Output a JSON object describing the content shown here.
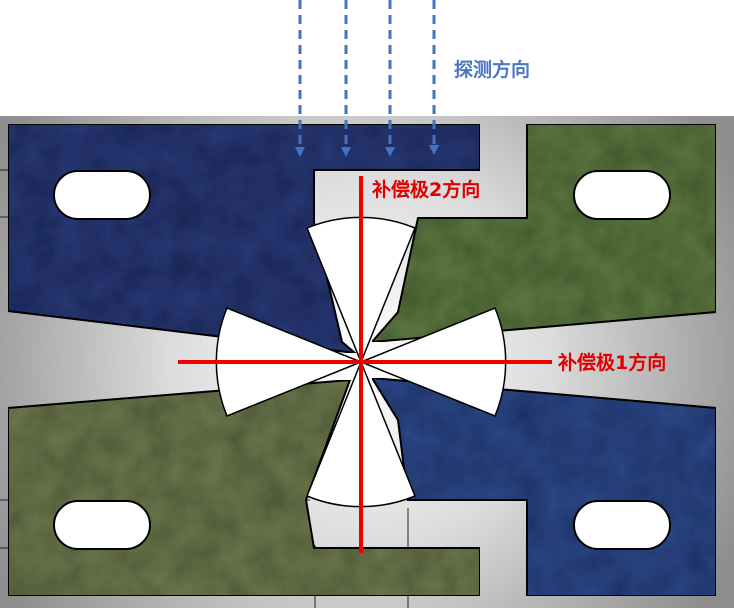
{
  "labels": {
    "probe_direction": "探测方向",
    "compensation_pole_1_direction": "补偿极1方向",
    "compensation_pole_2_direction": "补偿极2方向"
  },
  "colors": {
    "probe_arrow": "#4472c4",
    "probe_label": "#4a78c2",
    "axis_line": "#ee0000",
    "axis_label": "#e00000",
    "pole_dark_blue": "#2c3b77",
    "pole_green": "#5f7a43",
    "pole_olive": "#6e7a50",
    "pole_blue": "#2e4a8a",
    "center_disk": "#ffffff",
    "plate_background": "#d2d2d2"
  }
}
